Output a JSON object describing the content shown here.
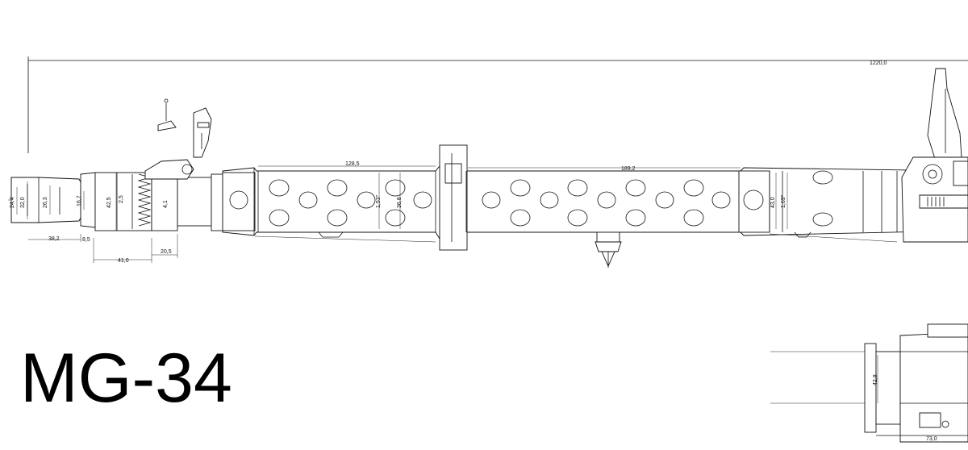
{
  "title": "MG-34",
  "dimensions": {
    "overall_length": "1220,0",
    "d_24_4": "24,4",
    "d_32_0": "32,0",
    "d_26_3": "26,3",
    "d_16_7": "16,7",
    "d_42_5": "42,5",
    "d_2_5": "2,5",
    "d_4_1": "4,1",
    "d_38_2": "38,2",
    "d_8_5": "8,5",
    "d_41_0": "41,0",
    "d_20_5": "20,5",
    "d_128_5": "128,5",
    "d_1_53": "1,53\"",
    "d_36_8": "36,8",
    "d_189_2": "189,2",
    "d_43_0": "43,0",
    "d_1_69": "1,69\"",
    "d_42_8": "42,8",
    "d_73_0": "73,0"
  }
}
